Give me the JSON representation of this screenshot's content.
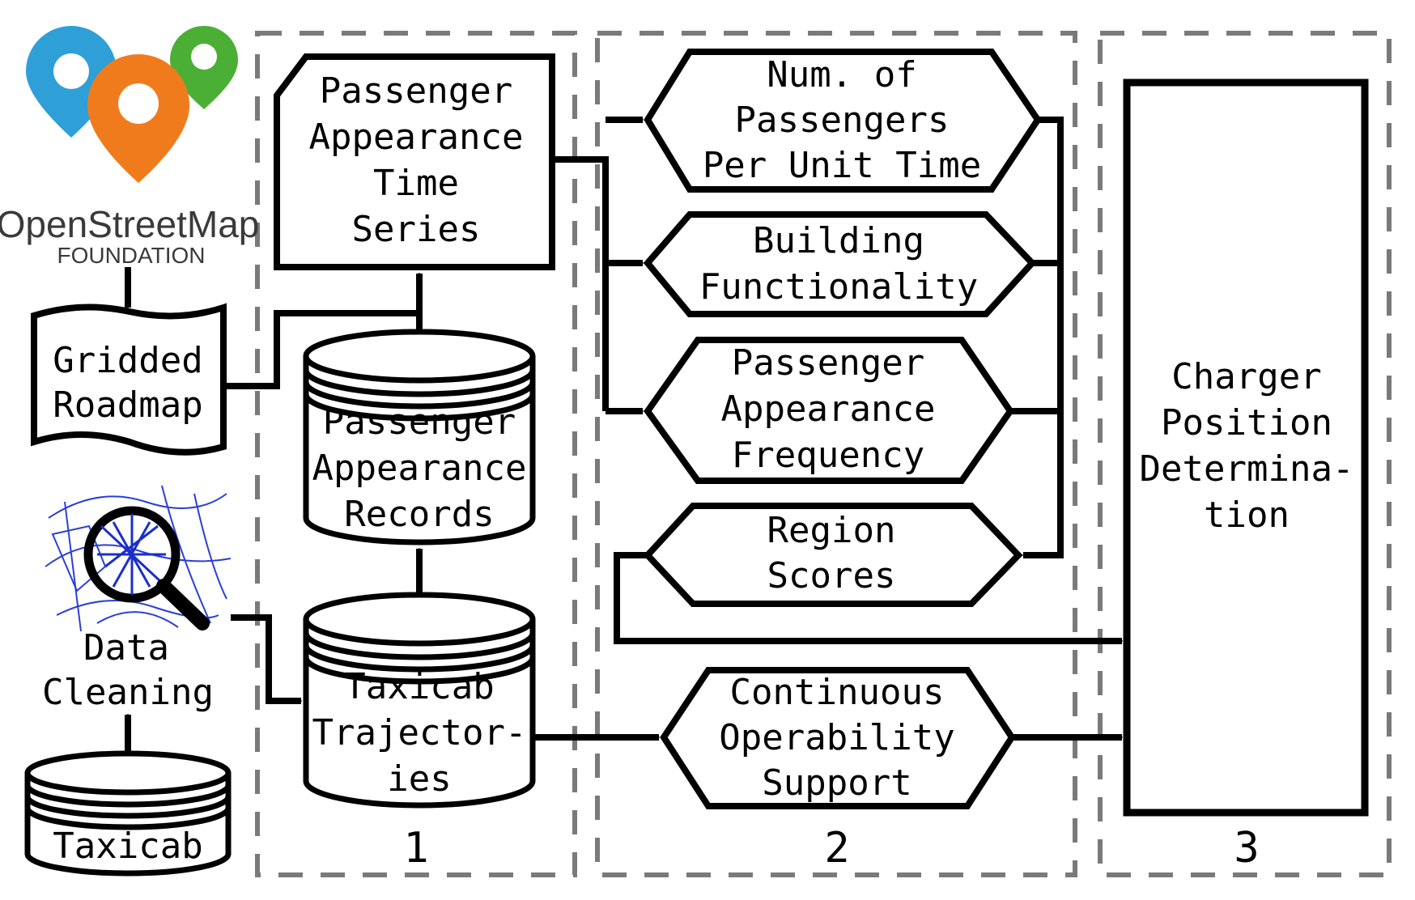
{
  "logo": {
    "name_line1": "OpenStreetMap",
    "name_line2": "FOUNDATION",
    "pin_colors": [
      "#2f9fd8",
      "#f07b1d",
      "#4caf35"
    ]
  },
  "sources": {
    "gridded_roadmap": [
      "Gridded",
      "Roadmap"
    ],
    "data_cleaning": [
      "Data",
      "Cleaning"
    ],
    "taxicab": [
      "Taxicab"
    ]
  },
  "stage1": {
    "time_series": [
      "Passenger",
      "Appearance",
      "Time",
      "Series"
    ],
    "records": [
      "Passenger",
      "Appearance",
      "Records"
    ],
    "trajectories": [
      "Taxicab",
      "Trajector-",
      "ies"
    ]
  },
  "stage2": {
    "num_passengers": [
      "Num. of",
      "Passengers",
      "Per Unit Time"
    ],
    "building": [
      "Building",
      "Functionality"
    ],
    "frequency": [
      "Passenger",
      "Appearance",
      "Frequency"
    ],
    "region": [
      "Region",
      "Scores"
    ],
    "continuous": [
      "Continuous",
      "Operability",
      "Support"
    ]
  },
  "stage3": {
    "charger": [
      "Charger",
      "Position",
      "Determina-",
      "tion"
    ]
  },
  "stage_numbers": [
    "1",
    "2",
    "3"
  ],
  "colors": {
    "stroke": "#000000",
    "dash": "#7a7a7a",
    "road": "#2a3fd6"
  }
}
